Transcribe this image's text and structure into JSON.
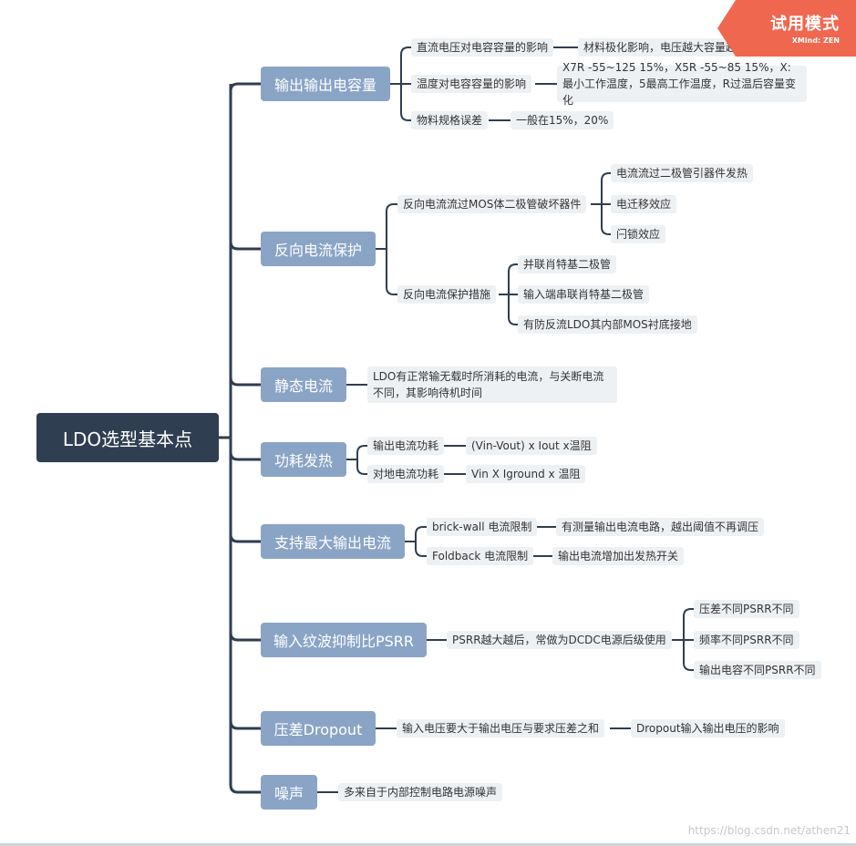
{
  "trial": {
    "label": "试用模式",
    "brand": "XMind: ZEN"
  },
  "watermark": "https://blog.csdn.net/athen21",
  "root": "LDO选型基本点",
  "topics": [
    {
      "label": "输出输出电容量",
      "children": [
        {
          "label": "直流电压对电容容量的影响",
          "children": [
            {
              "label": "材料极化影响，电压越大容量越小"
            }
          ]
        },
        {
          "label": "温度对电容容量的影响",
          "children": [
            {
              "label": "X7R -55~125 15%，X5R -55~85 15%，X:最小工作温度，5最高工作温度，R过温后容量变化"
            }
          ]
        },
        {
          "label": "物料规格误差",
          "children": [
            {
              "label": "一般在15%，20%"
            }
          ]
        }
      ]
    },
    {
      "label": "反向电流保护",
      "children": [
        {
          "label": "反向电流流过MOS体二极管破坏器件",
          "children": [
            {
              "label": "电流流过二极管引器件发热"
            },
            {
              "label": "电迁移效应"
            },
            {
              "label": "闩锁效应"
            }
          ]
        },
        {
          "label": "反向电流保护措施",
          "children": [
            {
              "label": "并联肖特基二极管"
            },
            {
              "label": "输入端串联肖特基二极管"
            },
            {
              "label": "有防反流LDO其内部MOS衬底接地"
            }
          ]
        }
      ]
    },
    {
      "label": "静态电流",
      "children": [
        {
          "label": "LDO有正常输无载时所消耗的电流，与关断电流不同，其影响待机时间"
        }
      ]
    },
    {
      "label": "功耗发热",
      "children": [
        {
          "label": "输出电流功耗",
          "children": [
            {
              "label": "(Vin-Vout) x Iout x温阻"
            }
          ]
        },
        {
          "label": "对地电流功耗",
          "children": [
            {
              "label": "Vin X Iground x 温阻"
            }
          ]
        }
      ]
    },
    {
      "label": "支持最大输出电流",
      "children": [
        {
          "label": "brick-wall 电流限制",
          "children": [
            {
              "label": "有测量输出电流电路，越出阈值不再调压"
            }
          ]
        },
        {
          "label": "Foldback 电流限制",
          "children": [
            {
              "label": "输出电流增加出发热开关"
            }
          ]
        }
      ]
    },
    {
      "label": "输入纹波抑制比PSRR",
      "children": [
        {
          "label": "PSRR越大越后，常做为DCDC电源后级使用",
          "children": [
            {
              "label": "压差不同PSRR不同"
            },
            {
              "label": "频率不同PSRR不同"
            },
            {
              "label": "输出电容不同PSRR不同"
            }
          ]
        }
      ]
    },
    {
      "label": "压差Dropout",
      "children": [
        {
          "label": "输入电压要大于输出电压与要求压差之和",
          "children": [
            {
              "label": "Dropout输入输出电压的影响"
            }
          ]
        }
      ]
    },
    {
      "label": "噪声",
      "children": [
        {
          "label": "多来自于内部控制电路电源噪声"
        }
      ]
    }
  ]
}
